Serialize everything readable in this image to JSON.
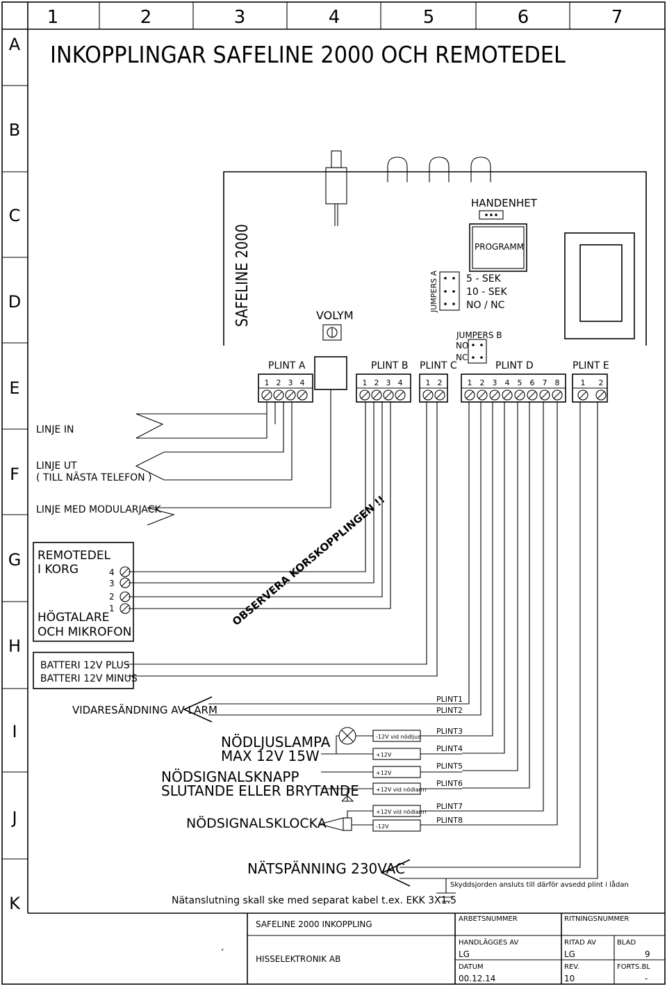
{
  "frame": {
    "columns": [
      "1",
      "2",
      "3",
      "4",
      "5",
      "6",
      "7"
    ],
    "rows": [
      "A",
      "B",
      "C",
      "D",
      "E",
      "F",
      "G",
      "H",
      "I",
      "J",
      "K"
    ]
  },
  "title": "INKOPPLINGAR SAFELINE 2000 OCH REMOTEDEL",
  "unit": {
    "name": "SAFELINE 2000",
    "volume_label": "VOLYM",
    "handset_label": "HANDENHET",
    "program_label": "PROGRAMM",
    "jumpers_a_label": "JUMPERS A",
    "jumpers_a_options": [
      "5 - SEK",
      "10 - SEK",
      "NO / NC"
    ],
    "jumpers_b_label": "JUMPERS B",
    "jumpers_b_options": [
      "NO",
      "NC"
    ],
    "terminals": [
      {
        "label": "PLINT A",
        "pins": [
          "1",
          "2",
          "3",
          "4"
        ]
      },
      {
        "label": "PLINT B",
        "pins": [
          "1",
          "2",
          "3",
          "4"
        ]
      },
      {
        "label": "PLINT C",
        "pins": [
          "1",
          "2"
        ]
      },
      {
        "label": "PLINT D",
        "pins": [
          "1",
          "2",
          "3",
          "4",
          "5",
          "6",
          "7",
          "8"
        ]
      },
      {
        "label": "PLINT E",
        "pins": [
          "1",
          "2"
        ]
      }
    ]
  },
  "lines": {
    "line_in": "LINJE IN",
    "line_out_1": "LINJE UT",
    "line_out_2": "( TILL NÄSTA TELEFON )",
    "line_modular": "LINJE MED MODULARJACK"
  },
  "remote": {
    "title_1": "REMOTEDEL",
    "title_2": "I KORG",
    "pins": [
      "4",
      "3",
      "2",
      "1"
    ],
    "speaker_1": "HÖGTALARE",
    "speaker_2": "OCH MIKROFON",
    "warning": "OBSERVERA KORSKOPPLINGEN !!"
  },
  "battery": {
    "plus": "BATTERI 12V PLUS",
    "minus": "BATTERI 12V MINUS"
  },
  "alarm": {
    "forward": "VIDARESÄNDNING AV LARM",
    "lamp_1": "NÖDLJUSLAMPA",
    "lamp_2": "MAX 12V 15W",
    "button_1": "NÖDSIGNALSKNAPP",
    "button_2": "SLUTANDE ELLER BRYTANDE",
    "bell": "NÖDSIGNALSKLOCKA",
    "boxes": [
      "-12V vid nödljus",
      "+12V",
      "+12V",
      "+12V vid nödlarm",
      "+12V vid nödlarm",
      "-12V"
    ],
    "plint_labels": [
      "PLINT1",
      "PLINT2",
      "PLINT3",
      "PLINT4",
      "PLINT5",
      "PLINT6",
      "PLINT7",
      "PLINT8"
    ]
  },
  "power": {
    "label": "NÄTSPÄNNING 230VAC",
    "earth_note": "Skyddsjorden ansluts till därför avsedd plint i lådan",
    "cable_note": "Nätanslutning skall ske med separat kabel t.ex. EKK 3X1.5"
  },
  "title_block": {
    "drawing_name": "SAFELINE 2000 INKOPPLING",
    "company": "HISSELEKTRONIK AB",
    "tick": "´",
    "work_no_label": "ARBETSNUMMER",
    "drawing_no_label": "RITNINGSNUMMER",
    "handled_by_label": "HANDLÄGGES AV",
    "handled_by": "LG",
    "drawn_by_label": "RITAD AV",
    "drawn_by": "LG",
    "sheet_label": "BLAD",
    "sheet": "9",
    "date_label": "DATUM",
    "date": "00.12.14",
    "rev_label": "REV.",
    "rev": "10",
    "cont_label": "FORTS.BL",
    "cont": "-"
  }
}
